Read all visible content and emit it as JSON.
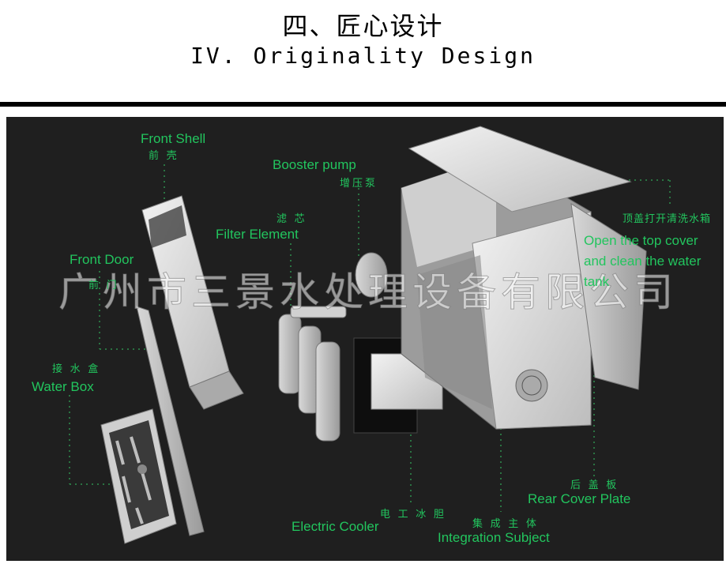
{
  "header": {
    "title_cn": "四、匠心设计",
    "title_en": "IV. Originality Design"
  },
  "photo": {
    "background": "#1f1f1f",
    "label_color": "#22c55e",
    "labels": {
      "front_shell_en": "Front Shell",
      "front_shell_cn": "前 壳",
      "booster_pump_en": "Booster pump",
      "booster_pump_cn": "增压泵",
      "filter_element_cn": "滤 芯",
      "filter_element_en": "Filter Element",
      "front_door_en": "Front Door",
      "front_door_cn": "前 门",
      "top_cover_cn": "顶盖打开清洗水箱",
      "top_cover_en_1": "Open the top cover",
      "top_cover_en_2": "and clean the water",
      "top_cover_en_3": "tank",
      "water_box_cn": "接 水 盒",
      "water_box_en": "Water Box",
      "rear_cover_cn": "后 盖 板",
      "rear_cover_en": "Rear Cover Plate",
      "electric_cooler_cn": "电 工 冰 胆",
      "electric_cooler_en": "Electric Cooler",
      "integration_cn": "集 成 主 体",
      "integration_en": "Integration Subject"
    },
    "watermark": "广州市三景水处理设备有限公司"
  }
}
